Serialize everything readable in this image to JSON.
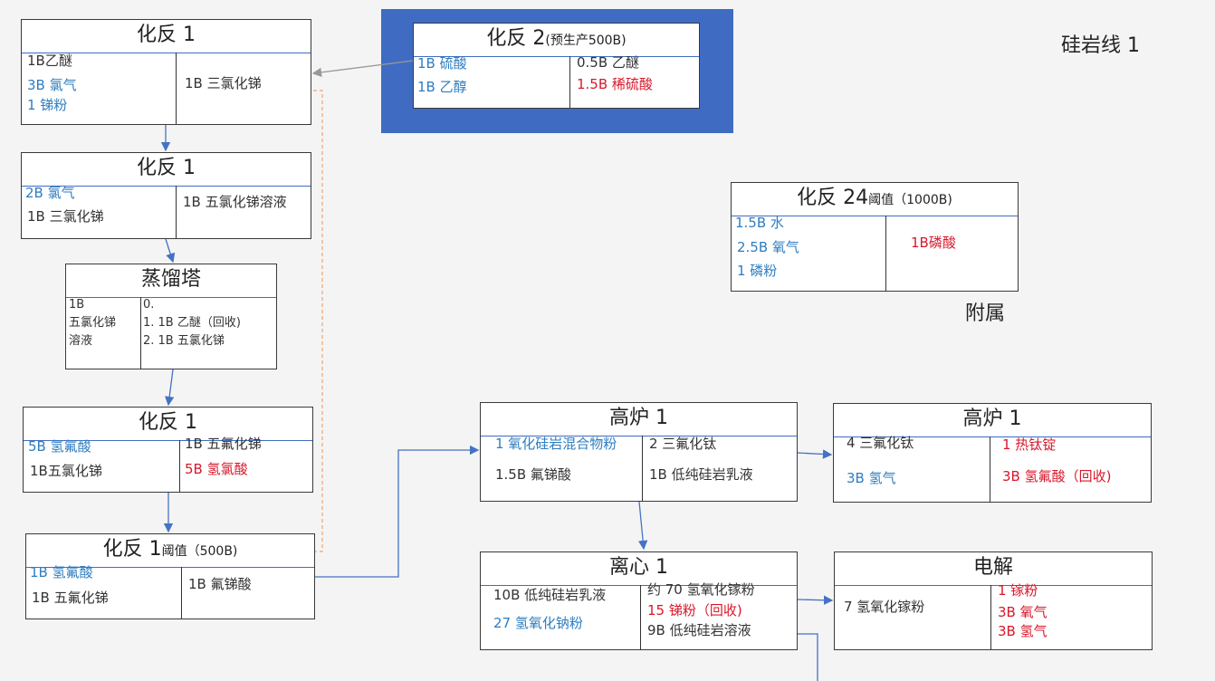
{
  "labels": {
    "line_title": "硅岩线 1",
    "appendix": "附属"
  },
  "colors": {
    "highlight": "#3f6cc2",
    "input_blue": "#2e7dc0",
    "output_red": "#d8182b",
    "text_dark": "#333333",
    "arrow": "#4472c4",
    "dashed_link": "#f2a36b"
  },
  "nodes": {
    "reactor1a": {
      "title": "化反 1",
      "inputs": [
        {
          "text": "1B乙醚",
          "color": "dark"
        },
        {
          "text": "3B 氯气",
          "color": "blue"
        },
        {
          "text": "1 锑粉",
          "color": "blue"
        }
      ],
      "outputs": [
        {
          "text": "1B 三氯化锑",
          "color": "dark"
        }
      ]
    },
    "reactor2": {
      "title": "化反 2",
      "title_note": "(预生产500B)",
      "inputs": [
        {
          "text": "1B 硫酸",
          "color": "blue"
        },
        {
          "text": "1B 乙醇",
          "color": "blue"
        }
      ],
      "outputs": [
        {
          "text": "0.5B 乙醚",
          "color": "dark"
        },
        {
          "text": "1.5B 稀硫酸",
          "color": "red"
        }
      ]
    },
    "reactor1b": {
      "title": "化反 1",
      "inputs": [
        {
          "text": "2B 氯气",
          "color": "blue"
        },
        {
          "text": "1B 三氯化锑",
          "color": "dark"
        }
      ],
      "outputs": [
        {
          "text": "1B 五氯化锑溶液",
          "color": "dark"
        }
      ]
    },
    "distillation": {
      "title": "蒸馏塔",
      "inputs": [
        {
          "text": "1B",
          "color": "dark"
        },
        {
          "text": "五氯化锑",
          "color": "dark"
        },
        {
          "text": "溶液",
          "color": "dark"
        }
      ],
      "outputs": [
        {
          "text": "0.",
          "color": "dark"
        },
        {
          "text": "1.        1B 乙醚（回收)",
          "color": "dark"
        },
        {
          "text": "2.        1B 五氯化锑",
          "color": "dark"
        }
      ]
    },
    "reactor24": {
      "title": "化反 24",
      "title_note": "阈值（1000B)",
      "inputs": [
        {
          "text": "1.5B 水",
          "color": "blue"
        },
        {
          "text": "2.5B 氧气",
          "color": "blue"
        },
        {
          "text": "1 磷粉",
          "color": "blue"
        }
      ],
      "outputs": [
        {
          "text": "1B磷酸",
          "color": "red"
        }
      ]
    },
    "reactor1c": {
      "title": "化反 1",
      "inputs": [
        {
          "text": "5B 氢氟酸",
          "color": "blue"
        },
        {
          "text": "1B五氯化锑",
          "color": "dark"
        }
      ],
      "outputs": [
        {
          "text": "1B 五氟化锑",
          "color": "dark"
        },
        {
          "text": "5B 氢氯酸",
          "color": "red"
        }
      ]
    },
    "reactor1d": {
      "title": "化反 1",
      "title_note": "阈值（500B)",
      "inputs": [
        {
          "text": "1B 氢氟酸",
          "color": "blue"
        },
        {
          "text": "1B 五氟化锑",
          "color": "dark"
        }
      ],
      "outputs": [
        {
          "text": "1B 氟锑酸",
          "color": "dark"
        }
      ]
    },
    "furnace1a": {
      "title": "高炉 1",
      "inputs": [
        {
          "text": "1 氧化硅岩混合物粉",
          "color": "blue"
        },
        {
          "text": "1.5B 氟锑酸",
          "color": "dark"
        }
      ],
      "outputs": [
        {
          "text": "2 三氟化钛",
          "color": "dark"
        },
        {
          "text": "1B 低纯硅岩乳液",
          "color": "dark"
        }
      ]
    },
    "furnace1b": {
      "title": "高炉 1",
      "inputs": [
        {
          "text": "4 三氟化钛",
          "color": "dark"
        },
        {
          "text": "3B 氢气",
          "color": "blue"
        }
      ],
      "outputs": [
        {
          "text": "1 热钛锭",
          "color": "red"
        },
        {
          "text": "3B 氢氟酸（回收)",
          "color": "red"
        }
      ]
    },
    "centrifuge1": {
      "title": "离心 1",
      "inputs": [
        {
          "text": "10B 低纯硅岩乳液",
          "color": "dark"
        },
        {
          "text": "27 氢氧化钠粉",
          "color": "blue"
        }
      ],
      "outputs": [
        {
          "text": "约 70 氢氧化镓粉",
          "color": "dark"
        },
        {
          "text": "15 锑粉（回收)",
          "color": "red"
        },
        {
          "text": "9B 低纯硅岩溶液",
          "color": "dark"
        }
      ]
    },
    "electrolysis": {
      "title": "电解",
      "inputs": [
        {
          "text": "7 氢氧化镓粉",
          "color": "dark"
        }
      ],
      "outputs": [
        {
          "text": "1 镓粉",
          "color": "red"
        },
        {
          "text": "3B 氧气",
          "color": "red"
        },
        {
          "text": "3B 氢气",
          "color": "red"
        }
      ]
    }
  }
}
